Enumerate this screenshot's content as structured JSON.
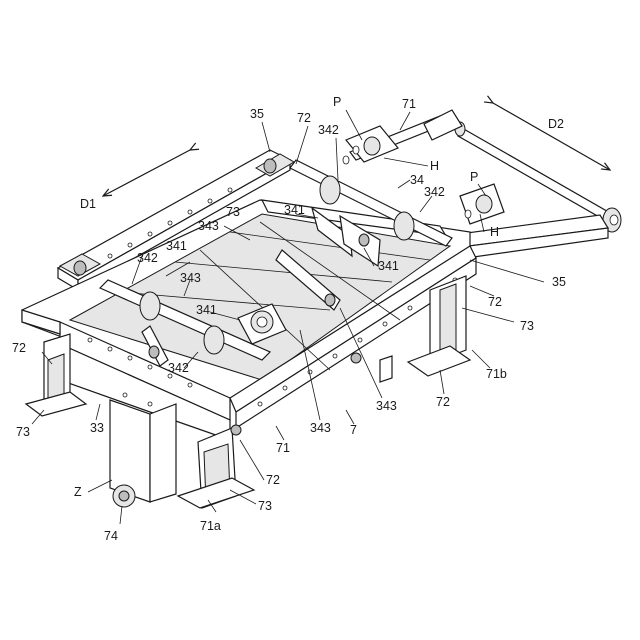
{
  "labels": {
    "l35a": "35",
    "l35b": "35",
    "l72a": "72",
    "l72b": "72",
    "l72c": "72",
    "l72d": "72",
    "l72e": "72",
    "l71a": "71",
    "l71b": "71",
    "l73a": "73",
    "l73b": "73",
    "l73c": "73",
    "l73d": "73",
    "l342a": "342",
    "l342b": "342",
    "l342c": "342",
    "l342d": "342",
    "l341a": "341",
    "l341b": "341",
    "l341c": "341",
    "l341d": "341",
    "l343a": "343",
    "l343b": "343",
    "l343c": "343",
    "l343d": "343",
    "lP1": "P",
    "lP2": "P",
    "lH1": "H",
    "lH2": "H",
    "l34": "34",
    "lD1": "D1",
    "lD2": "D2",
    "l33": "33",
    "lZ": "Z",
    "l74": "74",
    "l7": "7",
    "l71a_sub": "71a",
    "l71b_sub": "71b"
  }
}
